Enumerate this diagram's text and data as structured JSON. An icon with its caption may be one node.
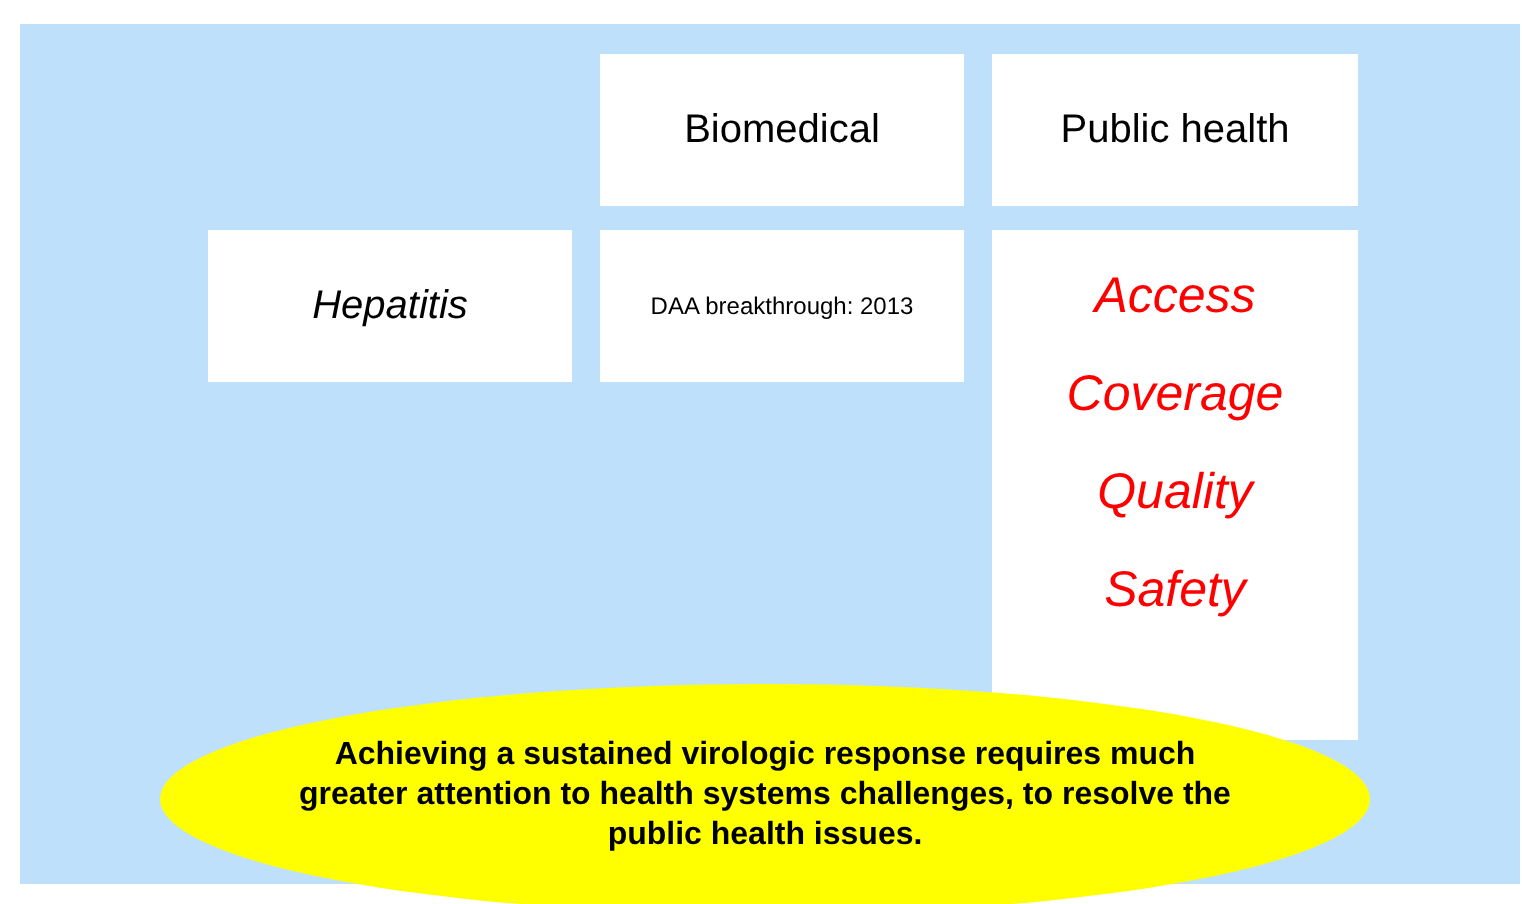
{
  "diagram": {
    "nodes": [
      {
        "text": [
          "Biomedical"
        ]
      },
      {
        "text": [
          "Public health"
        ]
      },
      {
        "text": [
          "Hepatitis"
        ]
      },
      {
        "text": [
          "DAA breakthrough: 2013"
        ]
      },
      {
        "text": [
          "Access",
          "Coverage",
          "Quality",
          "Safety"
        ]
      },
      {
        "text": [
          "Achieving a sustained virologic response requires much greater attention to health systems challenges, to resolve the public health issues."
        ]
      }
    ]
  }
}
